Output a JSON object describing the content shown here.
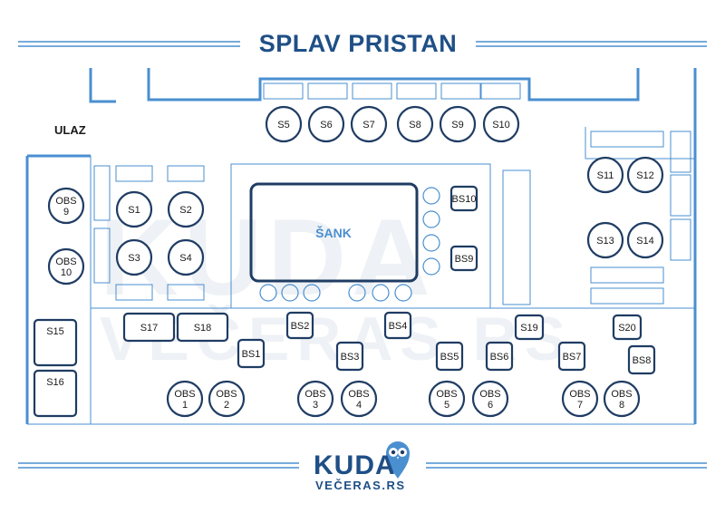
{
  "title": "SPLAV PRISTAN",
  "entrance_label": "ULAZ",
  "bar_label": "ŠANK",
  "watermark": {
    "line1": "KUDA",
    "line2": "VEČERAS.RS"
  },
  "logo": {
    "word": "KUDA",
    "sub": "VEČERAS.RS"
  },
  "colors": {
    "wall": "#4a8fd0",
    "table": "#1f3c63",
    "title": "#1f4f86"
  },
  "tables": {
    "S1": "S1",
    "S2": "S2",
    "S3": "S3",
    "S4": "S4",
    "S5": "S5",
    "S6": "S6",
    "S7": "S7",
    "S8": "S8",
    "S9": "S9",
    "S10": "S10",
    "S11": "S11",
    "S12": "S12",
    "S13": "S13",
    "S14": "S14",
    "S15": "S15",
    "S16": "S16",
    "S17": "S17",
    "S18": "S18",
    "S19": "S19",
    "S20": "S20",
    "BS1": "BS1",
    "BS2": "BS2",
    "BS3": "BS3",
    "BS4": "BS4",
    "BS5": "BS5",
    "BS6": "BS6",
    "BS7": "BS7",
    "BS8": "BS8",
    "BS9": "BS9",
    "BS10": "BS10",
    "OBS1": [
      "OBS",
      "1"
    ],
    "OBS2": [
      "OBS",
      "2"
    ],
    "OBS3": [
      "OBS",
      "3"
    ],
    "OBS4": [
      "OBS",
      "4"
    ],
    "OBS5": [
      "OBS",
      "5"
    ],
    "OBS6": [
      "OBS",
      "6"
    ],
    "OBS7": [
      "OBS",
      "7"
    ],
    "OBS8": [
      "OBS",
      "8"
    ],
    "OBS9": [
      "OBS",
      "9"
    ],
    "OBS10": [
      "OBS",
      "10"
    ]
  }
}
